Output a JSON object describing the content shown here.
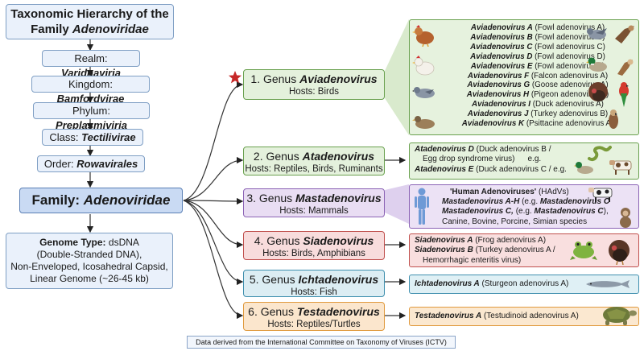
{
  "title": {
    "line1": "Taxonomic Hierarchy of the",
    "prefix": "Family ",
    "name": "Adenoviridae"
  },
  "hierarchy": [
    {
      "rank": "Realm: ",
      "name": "Varidnaviria"
    },
    {
      "rank": "Kingdom: ",
      "name": "Bamfordvirae"
    },
    {
      "rank": "Phylum: ",
      "name": "Preplasmiviria"
    },
    {
      "rank": "Class: ",
      "name": "Tectilivirae"
    },
    {
      "rank": "Order: ",
      "name": "Rowavirales"
    }
  ],
  "family": {
    "label": "Family: ",
    "name": "Adenoviridae"
  },
  "genome": {
    "label": "Genome Type:",
    "value": " dsDNA",
    "line2": "(Double-Stranded DNA),",
    "line3": "Non-Enveloped, Icosahedral Capsid,",
    "line4": "Linear Genome (~26-45 kb)"
  },
  "genera": [
    {
      "prefix": "1. Genus ",
      "name": "Aviadenovirus",
      "hosts": "Hosts: Birds",
      "color": "#e4f1dc",
      "border": "#6aa14f"
    },
    {
      "prefix": "2. Genus ",
      "name": "Atadenovirus",
      "hosts": "Hosts: Reptiles, Birds, Ruminants",
      "color": "#e4f1dc",
      "border": "#6aa14f"
    },
    {
      "prefix": "3. Genus ",
      "name": "Mastadenovirus",
      "hosts": "Hosts: Mammals",
      "color": "#e9ddf3",
      "border": "#8b63b5"
    },
    {
      "prefix": "4. Genus ",
      "name": "Siadenovirus",
      "hosts": "Hosts: Birds, Amphibians",
      "color": "#f8dcdc",
      "border": "#c0504d"
    },
    {
      "prefix": "5. Genus ",
      "name": "Ichtadenovirus",
      "hosts": "Hosts: Fish",
      "color": "#dcedf3",
      "border": "#3f8fae"
    },
    {
      "prefix": "6. Genus ",
      "name": "Testadenovirus",
      "hosts": "Hosts: Reptiles/Turtles",
      "color": "#fbe6cd",
      "border": "#e09a3e"
    }
  ],
  "avi_species": [
    {
      "name": "Aviadenovirus A",
      "common": " (Fowl adenovirus A)"
    },
    {
      "name": "Aviadenovirus B",
      "common": " (Fowl adenovirus B)"
    },
    {
      "name": "Aviadenovirus C",
      "common": " (Fowl adenovirus C)"
    },
    {
      "name": "Aviadenovirus D",
      "common": " (Fowl adenovirus D)"
    },
    {
      "name": "Aviadenovirus E",
      "common": " (Fowl adenovirus E)"
    },
    {
      "name": "Aviadenovirus F",
      "common": " (Falcon adenovirus A)"
    },
    {
      "name": "Aviadenovirus G",
      "common": " (Goose adenovirus A)"
    },
    {
      "name": "Aviadenovirus H",
      "common": " (Pigeon adenovirus A)"
    },
    {
      "name": "Aviadenovirus I",
      "common": " (Duck adenovirus A)"
    },
    {
      "name": "Aviadenovirus J",
      "common": " (Turkey adenovirus B)"
    },
    {
      "name": "Aviadenovirus K",
      "common": " (Psittacine adenovirus A)"
    }
  ],
  "ata_species": {
    "l1_name": "Atadenovirus D",
    "l1_rest": " (Duck adenovirus B /",
    "l2": "Egg drop syndrome virus)",
    "l2_eg": "e.g.",
    "l3_name": "Atadenovirus E",
    "l3_rest": " (Duck adenovirus C / e.g."
  },
  "mast_species": {
    "l1": "'Human Adenoviruses'",
    "l1_rest": " (HAdVs)",
    "l2_name": "Mastadenovirus A-H",
    "l2_mid": " (e.g. ",
    "l2_name2": "Mastadenovirus C",
    "l3_name": "Mastadenovirus C,",
    "l3_mid": " (e.g. ",
    "l3_name2": "Mastadenovirus C",
    "l3_end": "),",
    "l4": "Canine, Bovine, Porcine, Simian species"
  },
  "sia_species": {
    "l1_name": "Siadenovirus A",
    "l1_rest": " (Frog adenovirus A)",
    "l2_name": "Siadenovirus B",
    "l2_rest": " (Turkey adenovirus A /",
    "l3": "Hemorrhagic enteritis virus)"
  },
  "icht_species": {
    "name": "Ichtadenovirus A",
    "rest": " (Sturgeon adenovirus A)"
  },
  "test_species": {
    "name": "Testadenovirus A",
    "rest": " (Testudinoid adenovirus A)"
  },
  "footer": "Data derived from the International Committee on Taxonomy of Viruses (ICTV)",
  "colors": {
    "hierarchy_fill": "#eaf1fb",
    "hierarchy_border": "#7f9fc4",
    "family_fill": "#c9daf3",
    "star": "#c62828"
  },
  "icons": [
    "star-icon",
    "chicken-icon",
    "pigeon-icon",
    "duck-icon",
    "turkey-icon",
    "parrot-icon",
    "hawk-icon",
    "snake-icon",
    "cow-icon",
    "human-icon",
    "monkey-icon",
    "frog-icon",
    "sturgeon-icon",
    "turtle-icon"
  ]
}
